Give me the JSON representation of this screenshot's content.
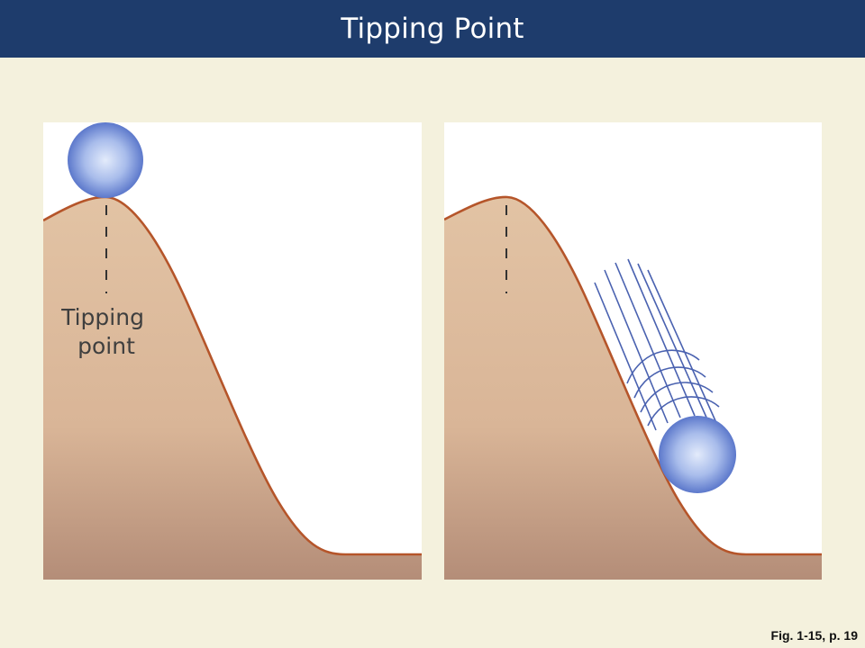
{
  "title": "Tipping Point",
  "label_tipping_point": [
    "Tipping",
    "point"
  ],
  "caption": "Fig. 1-15, p. 19",
  "colors": {
    "title_bar": "#1e3c6c",
    "background": "#f4f1dd",
    "hill_top": "#e2c3a4",
    "hill_bottom": "#b48d78",
    "hill_outline": "#b5552a",
    "ball_center": "#cfdcf5",
    "ball_edge": "#4b69c4",
    "motion_lines": "#4a62b0"
  }
}
